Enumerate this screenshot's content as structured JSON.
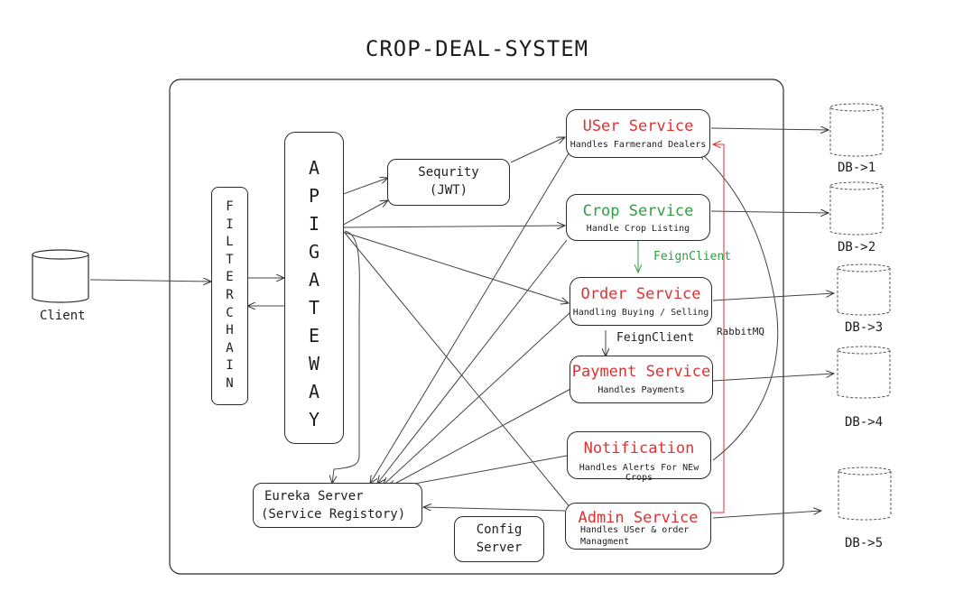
{
  "title": "CROP-DEAL-SYSTEM",
  "client": {
    "label": "Client"
  },
  "filter_chain": {
    "letters": [
      "F",
      "I",
      "L",
      "T",
      "E",
      "R",
      "C",
      "H",
      "A",
      "I",
      "N"
    ]
  },
  "api_gateway": {
    "letters": [
      "A",
      "P",
      "I",
      "G",
      "A",
      "T",
      "E",
      "W",
      "A",
      "Y"
    ]
  },
  "security": {
    "line1": "Sequrity",
    "line2": "(JWT)"
  },
  "eureka": {
    "line1": "Eureka Server",
    "line2": "(Service Registory)"
  },
  "config": {
    "line1": "Config",
    "line2": "Server"
  },
  "services": {
    "user": {
      "title": "USer Service",
      "desc": "Handles Farmerand Dealers"
    },
    "crop": {
      "title": "Crop Service",
      "desc": "Handle Crop Listing"
    },
    "order": {
      "title": "Order Service",
      "desc": "Handling Buying / Selling"
    },
    "payment": {
      "title": "Payment Service",
      "desc": "Handles Payments"
    },
    "notification": {
      "title": "Notification",
      "desc": "Handles Alerts For NEw Crops"
    },
    "admin": {
      "title": "Admin Service",
      "desc_line1": "Handles USer & order",
      "desc_line2": "Managment"
    }
  },
  "edge_labels": {
    "feign1": "FeignClient",
    "feign2": "FeignClient",
    "rabbit": "RabbitMQ"
  },
  "databases": [
    "DB->1",
    "DB->2",
    "DB->3",
    "DB->4",
    "DB->5"
  ],
  "colors": {
    "red": "#e03131",
    "green": "#2f9e44",
    "stroke": "#2b2b2b"
  }
}
